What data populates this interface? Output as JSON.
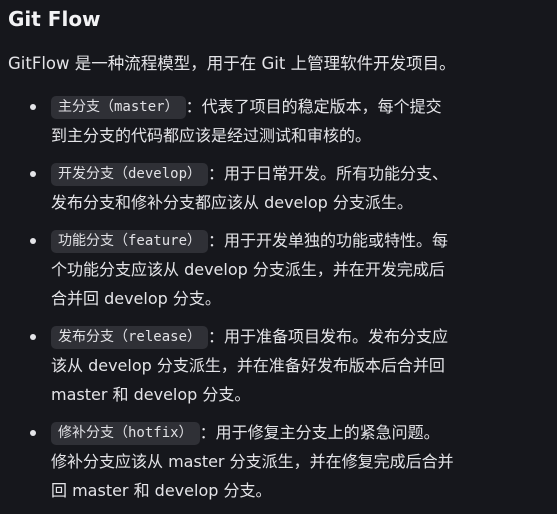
{
  "title": "Git Flow",
  "intro": "GitFlow 是一种流程模型，用于在 Git 上管理软件开发项目。",
  "items": [
    {
      "code": "主分支（master）",
      "line1": "：代表了项目的稳定版本，每个提交",
      "line2": "到主分支的代码都应该是经过测试和审核的。",
      "line3": ""
    },
    {
      "code": "开发分支（develop）",
      "line1": "：用于日常开发。所有功能分支、",
      "line2": "发布分支和修补分支都应该从 develop 分支派生。",
      "line3": ""
    },
    {
      "code": "功能分支（feature）",
      "line1": "：用于开发单独的功能或特性。每",
      "line2": "个功能分支应该从 develop 分支派生，并在开发完成后",
      "line3": "合并回 develop 分支。"
    },
    {
      "code": "发布分支（release）",
      "line1": "：用于准备项目发布。发布分支应",
      "line2": "该从 develop 分支派生，并在准备好发布版本后合并回",
      "line3": "master 和 develop 分支。"
    },
    {
      "code": "修补分支（hotfix）",
      "line1": "：用于修复主分支上的紧急问题。",
      "line2": "修补分支应该从 master 分支派生，并在修复完成后合并",
      "line3": "回 master 和 develop 分支。"
    }
  ]
}
